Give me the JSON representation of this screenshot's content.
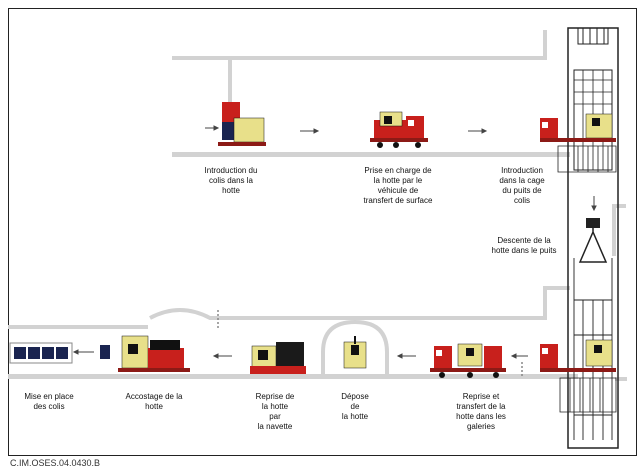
{
  "colors": {
    "wall": "#d2d2d2",
    "line": "#888888",
    "red": "#c8201c",
    "dark_red": "#8c1a16",
    "yellow": "#e8e08a",
    "navy": "#1a2450",
    "black": "#111111",
    "tower": "#222222"
  },
  "labels": {
    "intro_colis": "Introduction du\ncolis dans la\nhotte",
    "prise_en_charge": "Prise en charge de\nla hotte par le\nvéhicule de\ntransfert de surface",
    "intro_cage": "Introduction\ndans la cage\ndu puits de\ncolis",
    "descente": "Descente de la\nhotte dans le puits",
    "mise_en_place": "Mise en place\ndes colis",
    "accostage": "Accostage de la\nhotte",
    "reprise_navette": "Reprise de\nla hotte\npar\nla navette",
    "depose": "Dépose\nde\nla hotte",
    "reprise_transfert": "Reprise et\ntransfert de la\nhotte dans les\ngaleries"
  },
  "credit": "C.IM.OSES.04.0430.B"
}
